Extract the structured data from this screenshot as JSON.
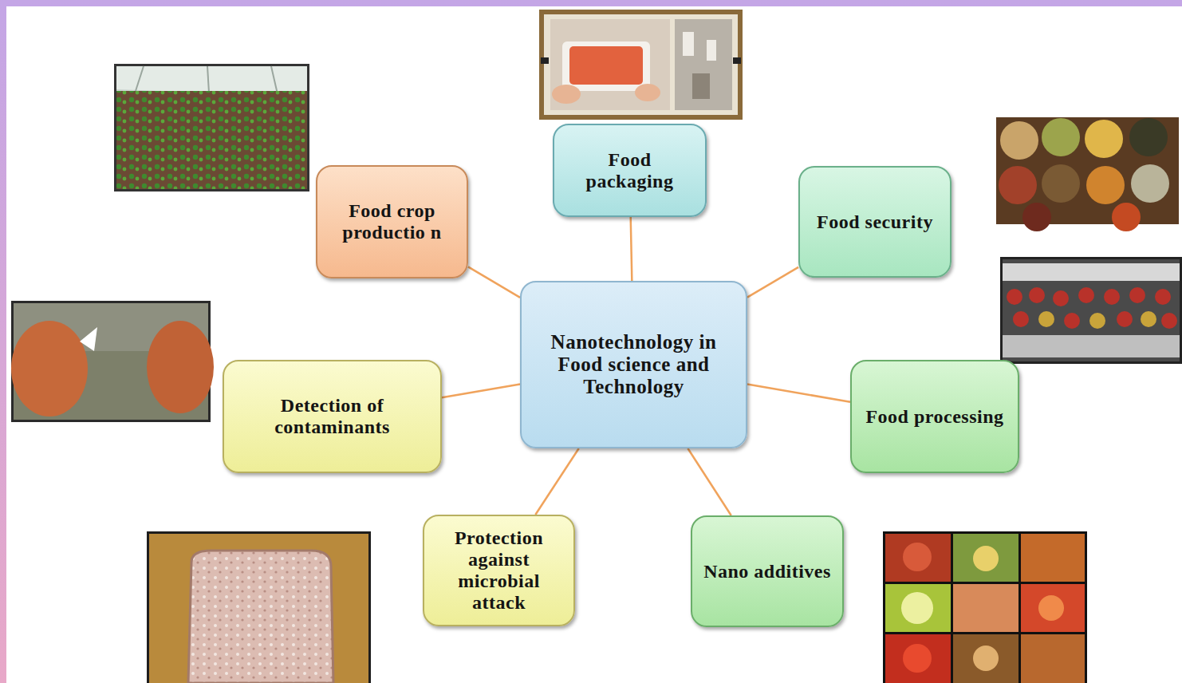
{
  "diagram": {
    "nodes": [
      {
        "text": [
          "Nanotechnology in Food science and Technology"
        ]
      },
      {
        "text": [
          "Food packaging"
        ]
      },
      {
        "text": [
          "Food security"
        ]
      },
      {
        "text": [
          "Food processing"
        ]
      },
      {
        "text": [
          "Nano additives"
        ]
      },
      {
        "text": [
          "Protection against microbial attack"
        ]
      },
      {
        "text": [
          "Detection of contaminants"
        ]
      },
      {
        "text": [
          "Food crop productio n"
        ]
      }
    ],
    "edges": [
      {
        "from": 0,
        "to": 1,
        "arrow": "none"
      },
      {
        "from": 0,
        "to": 2,
        "arrow": "none"
      },
      {
        "from": 0,
        "to": 3,
        "arrow": "none"
      },
      {
        "from": 0,
        "to": 4,
        "arrow": "none"
      },
      {
        "from": 0,
        "to": 5,
        "arrow": "none"
      },
      {
        "from": 0,
        "to": 6,
        "arrow": "none"
      },
      {
        "from": 0,
        "to": 7,
        "arrow": "none"
      }
    ]
  }
}
